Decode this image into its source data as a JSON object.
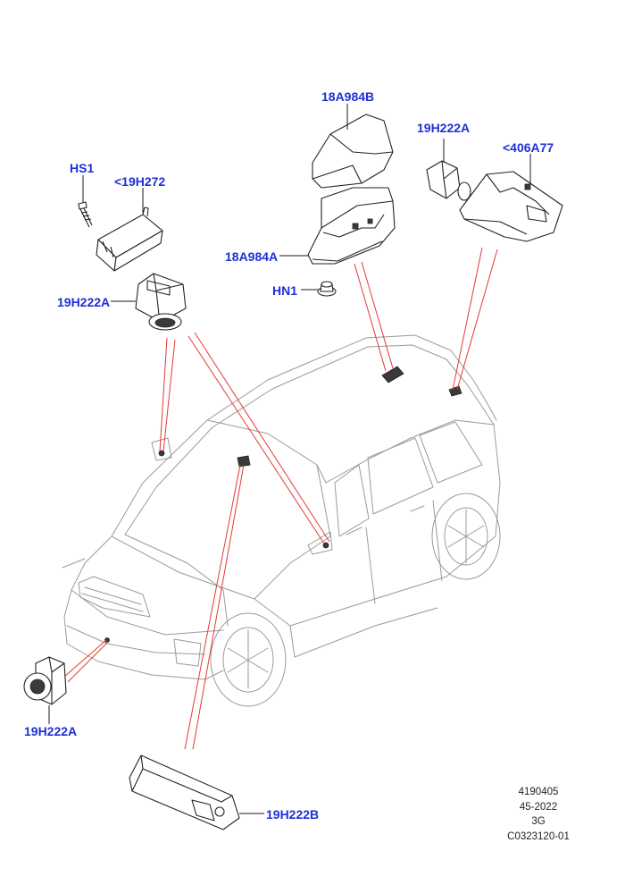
{
  "callouts": {
    "hs1": "HS1",
    "c19h272": "<19H272",
    "c19h222a_top_left": "19H222A",
    "c18a984b": "18A984B",
    "c18a984a": "18A984A",
    "hn1": "HN1",
    "c19h222a_top_right": "19H222A",
    "c406a77": "<406A77",
    "c19h222a_bottom_left": "19H222A",
    "c19h222b": "19H222B"
  },
  "footer": {
    "line1": "4190405",
    "line2": "45-2022",
    "line3": "3G",
    "line4": "C0323120-01"
  },
  "colors": {
    "callout_text": "#1f2fd6",
    "link_lines": "#e53935",
    "car_outline": "#9a9a9a",
    "part_outline": "#222222"
  }
}
